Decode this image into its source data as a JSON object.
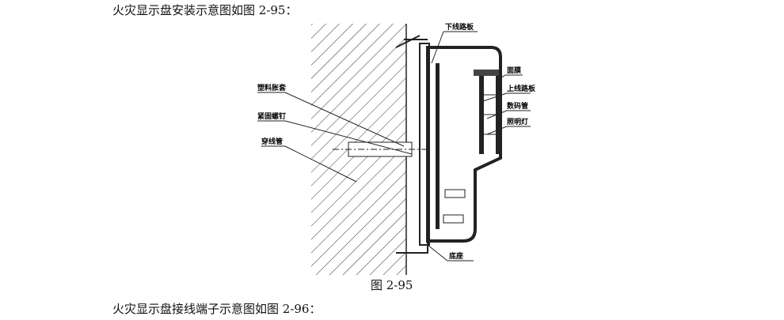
{
  "intro_text": "火灾显示盘安装示意图如图 2-95：",
  "figure": {
    "caption": "图 2-95",
    "labels": {
      "lower_board": "下线路板",
      "face_film": "面膜",
      "upper_board": "上线路板",
      "digit_tube": "数码管",
      "light": "照明灯",
      "anchor": "塑料胀套",
      "screw": "紧固螺钉",
      "conduit": "穿线管",
      "base": "底座"
    }
  },
  "next_text": "火灾显示盘接线端子示意图如图 2-96："
}
